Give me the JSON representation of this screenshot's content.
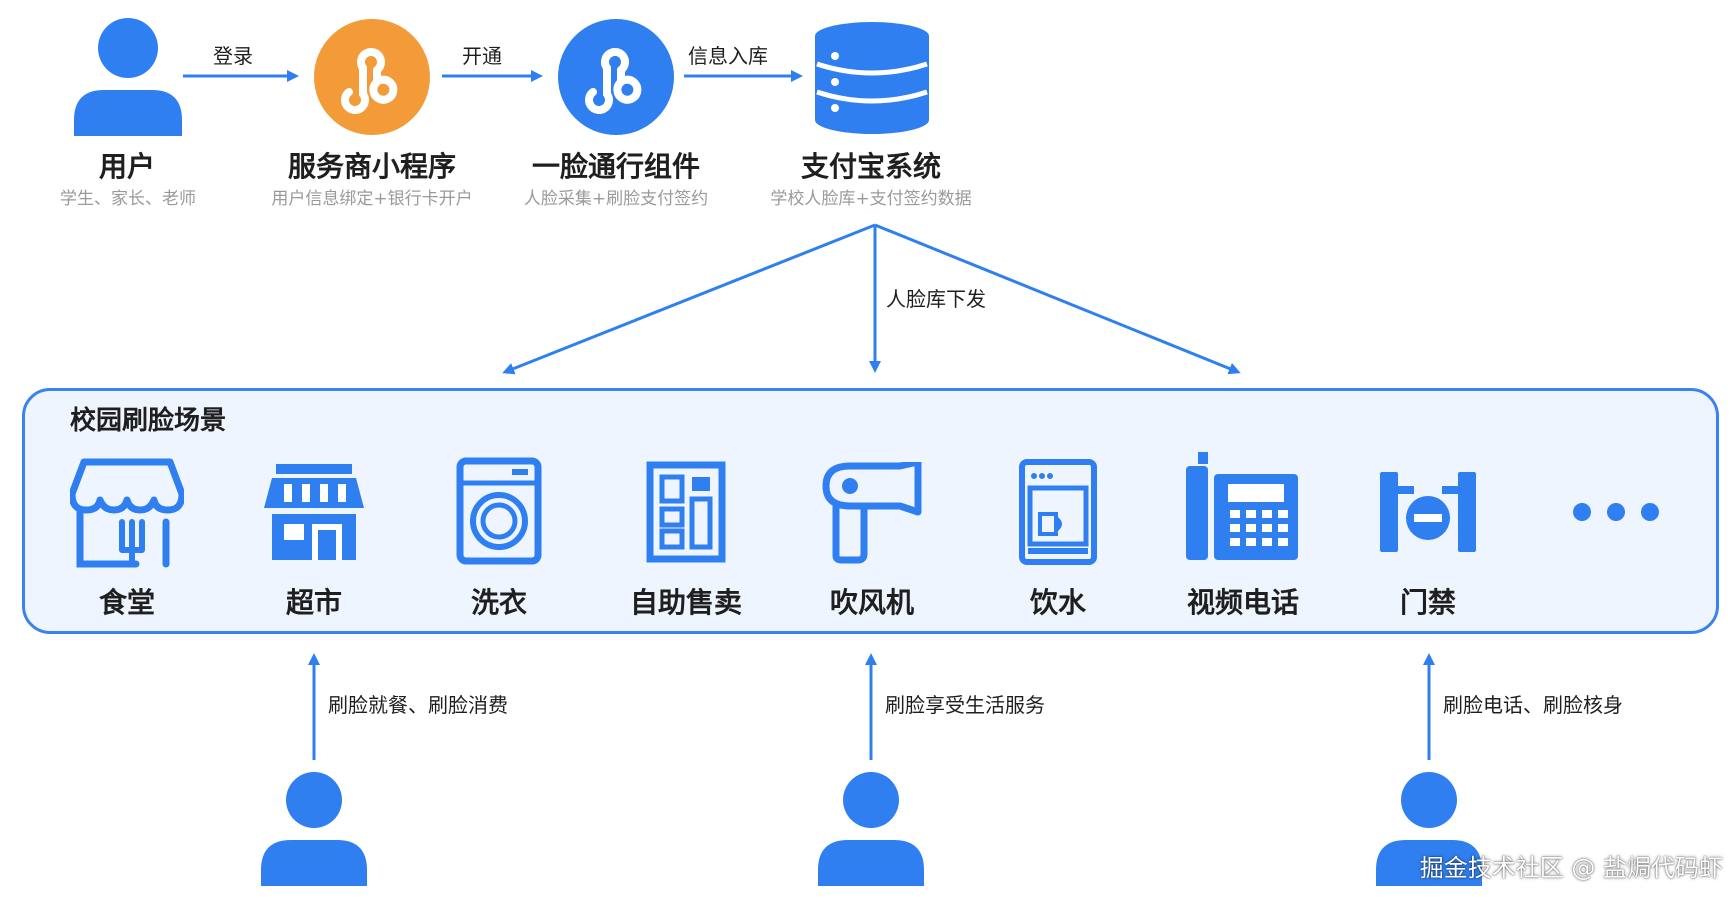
{
  "colors": {
    "primary": "#2f7ff0",
    "orange": "#f29b38",
    "panel_bg": "#eef5fe",
    "panel_border": "#3a82ee"
  },
  "nodes": [
    {
      "id": "user",
      "title": "用户",
      "subtitle": "学生、家长、老师",
      "icon": "person-icon"
    },
    {
      "id": "miniapp",
      "title": "服务商小程序",
      "subtitle": "用户信息绑定+银行卡开户",
      "icon": "mini-program-icon"
    },
    {
      "id": "facekit",
      "title": "一脸通行组件",
      "subtitle": "人脸采集+刷脸支付签约",
      "icon": "mini-program-icon"
    },
    {
      "id": "alipay",
      "title": "支付宝系统",
      "subtitle": "学校人脸库+支付签约数据",
      "icon": "database-icon"
    }
  ],
  "edges": {
    "login": "登录",
    "activate": "开通",
    "store": "信息入库",
    "distribute": "人脸库下发"
  },
  "scene": {
    "title": "校园刷脸场景",
    "items": [
      {
        "label": "食堂",
        "icon": "canteen-icon"
      },
      {
        "label": "超市",
        "icon": "store-icon"
      },
      {
        "label": "洗衣",
        "icon": "washing-machine-icon"
      },
      {
        "label": "自助售卖",
        "icon": "vending-machine-icon"
      },
      {
        "label": "吹风机",
        "icon": "hair-dryer-icon"
      },
      {
        "label": "饮水",
        "icon": "water-dispenser-icon"
      },
      {
        "label": "视频电话",
        "icon": "video-phone-icon"
      },
      {
        "label": "门禁",
        "icon": "access-gate-icon"
      },
      {
        "label": "",
        "icon": "more-icon"
      }
    ]
  },
  "bottom_actions": [
    {
      "label": "刷脸就餐、刷脸消费"
    },
    {
      "label": "刷脸享受生活服务"
    },
    {
      "label": "刷脸电话、刷脸核身"
    }
  ],
  "watermark": "掘金技术社区 @ 盐焗代码虾"
}
